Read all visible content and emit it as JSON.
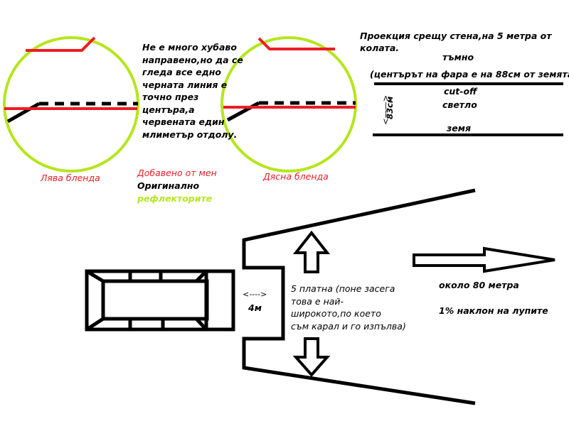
{
  "colors": {
    "added_by_me": "#ed1c24",
    "original": "#000000",
    "reflectors": "#b5e61d"
  },
  "circles": {
    "left_label": "Лява бленда",
    "right_label": "Дясна бленда"
  },
  "note": {
    "lines": [
      "Не е много хубаво",
      "направено,но да се",
      "гледа все едно",
      "черната линия е",
      "точно през",
      "центъра,а",
      "червената един",
      "млиметър отдолу."
    ]
  },
  "legend": {
    "added": "Добавено от мен",
    "original": "Оригинално",
    "reflectors": "рефлекторите"
  },
  "projection": {
    "title_line1": "Проекция срещу стена,на 5 метра от",
    "title_line2": "колата.",
    "dark": "тъмно",
    "center_note": "(центърът на фара е на 88см от земята)",
    "cutoff": "cut-off",
    "light": "светло",
    "height": "83см",
    "ground": "земя"
  },
  "road": {
    "distance_arrow": "<---->",
    "distance": "4м",
    "lanes_lines": [
      "5 платна (поне засега",
      "това е най-",
      "широкото,по което",
      "съм карал и го изпълва)"
    ],
    "range": "около 80 метра",
    "slope": "1% наклон на лупите"
  }
}
